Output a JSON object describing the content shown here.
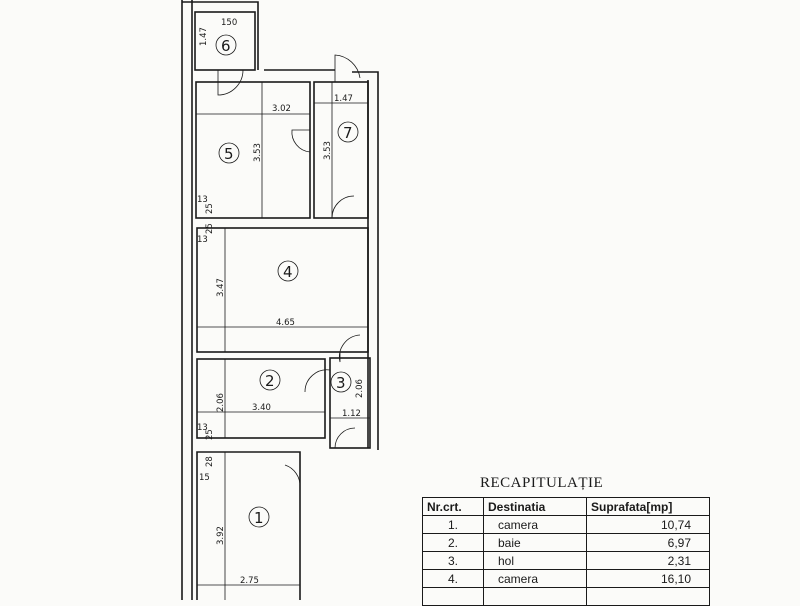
{
  "plan": {
    "rooms": [
      {
        "number": "1",
        "dims": [
          "3.92",
          "2.75",
          "28",
          "15"
        ]
      },
      {
        "number": "2",
        "dims": [
          "2.06",
          "3.40",
          "13",
          "25"
        ]
      },
      {
        "number": "3",
        "dims": [
          "2.06",
          "1.12"
        ]
      },
      {
        "number": "4",
        "dims": [
          "3.47",
          "4.65",
          "13",
          "25"
        ]
      },
      {
        "number": "5",
        "dims": [
          "3.53",
          "3.02",
          "13",
          "25"
        ]
      },
      {
        "number": "6",
        "dims": [
          "150",
          "1.47"
        ]
      },
      {
        "number": "7",
        "dims": [
          "3.53",
          "1.47"
        ]
      }
    ]
  },
  "summary": {
    "title": "RECAPITULAȚIE",
    "headers": [
      "Nr.crt.",
      "Destinatia",
      "Suprafata[mp]"
    ],
    "rows": [
      [
        "1.",
        "camera",
        "10,74"
      ],
      [
        "2.",
        "baie",
        "6,97"
      ],
      [
        "3.",
        "hol",
        "2,31"
      ],
      [
        "4.",
        "camera",
        "16,10"
      ]
    ]
  }
}
